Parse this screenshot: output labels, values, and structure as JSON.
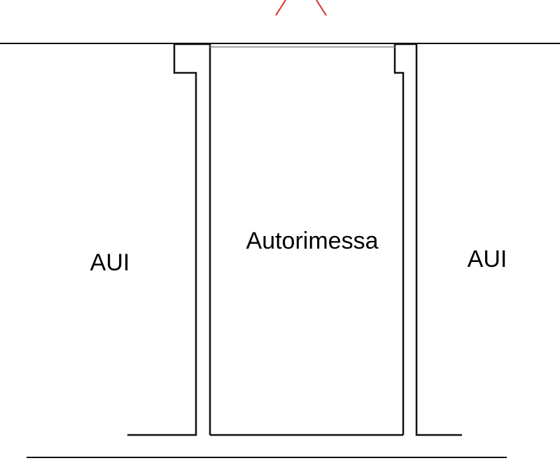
{
  "plan": {
    "rooms": {
      "garage": {
        "label": "Autorimessa"
      },
      "left_unit": {
        "label": "AUI"
      },
      "right_unit": {
        "label": "AUI"
      }
    },
    "colors": {
      "wall": "#111111",
      "north_marker": "#d92b2b",
      "background": "#ffffff"
    }
  }
}
